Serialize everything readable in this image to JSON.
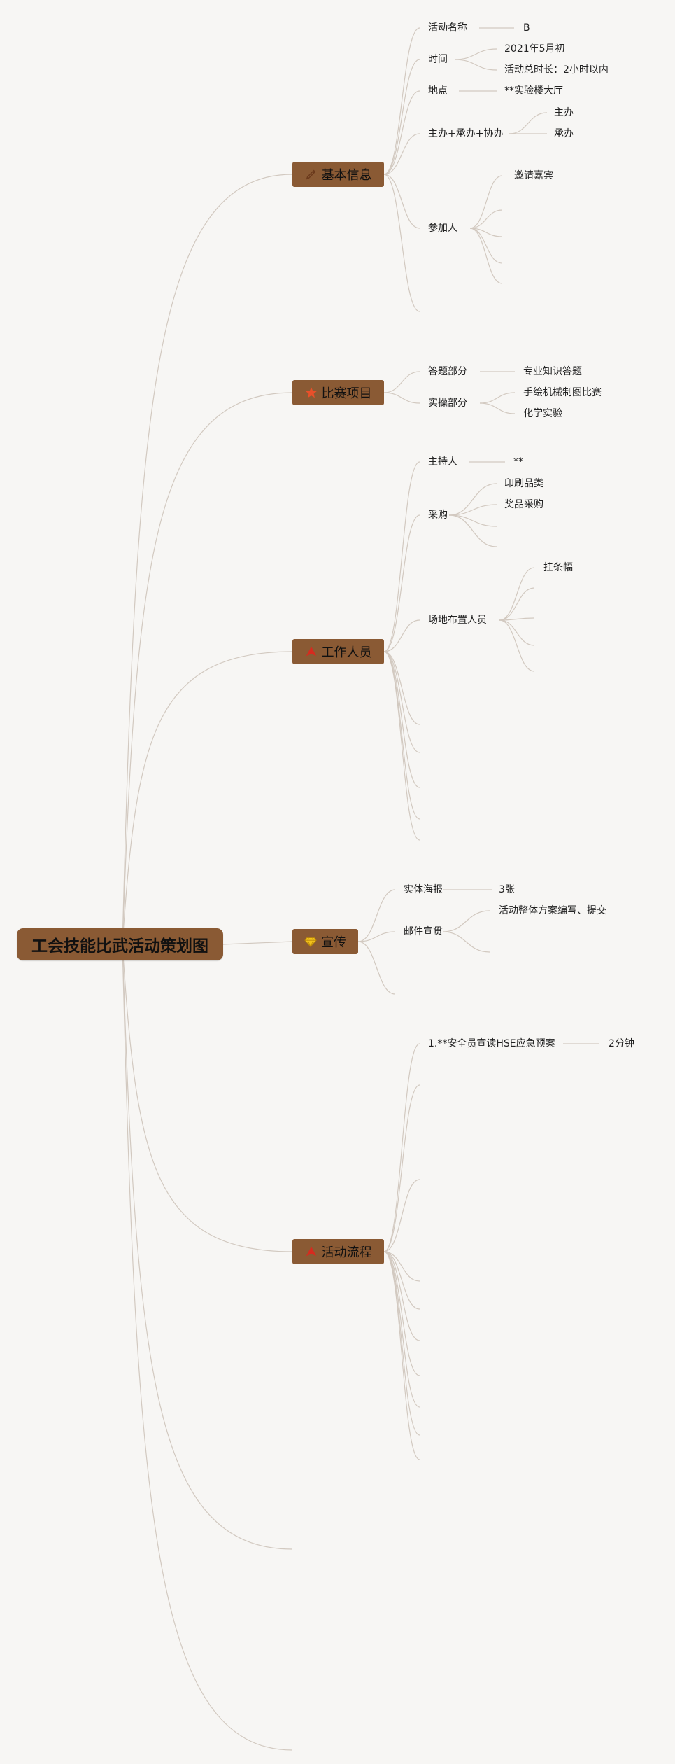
{
  "root": {
    "title": "工会技能比武活动策划图"
  },
  "branches": {
    "basic_info": {
      "label": "基本信息",
      "icon": "pen-icon",
      "activity_name": {
        "label": "活动名称",
        "value": "B"
      },
      "time": {
        "label": "时间",
        "date": "2021年5月初",
        "duration": "活动总时长：2小时以内"
      },
      "location": {
        "label": "地点",
        "value": "**实验楼大厅"
      },
      "organizers": {
        "label": "主办+承办+协办",
        "host": "主办",
        "undertake": "承办"
      },
      "participants": {
        "label": "参加人",
        "guests": "邀请嘉宾"
      }
    },
    "competition": {
      "label": "比赛项目",
      "icon": "star-icon",
      "quiz": {
        "label": "答题部分",
        "item": "专业知识答题"
      },
      "practical": {
        "label": "实操部分",
        "item1": "手绘机械制图比赛",
        "item2": "化学实验"
      }
    },
    "staff": {
      "label": "工作人员",
      "icon": "flag-icon",
      "host": {
        "label": "主持人",
        "value": "**"
      },
      "purchase": {
        "label": "采购",
        "item1": "印刷品类",
        "item2": "奖品采购"
      },
      "venue": {
        "label": "场地布置人员",
        "item1": "挂条幅"
      }
    },
    "publicity": {
      "label": "宣传",
      "icon": "gem-icon",
      "poster": {
        "label": "实体海报",
        "value": "3张"
      },
      "email": {
        "label": "邮件宣贯",
        "value": "活动整体方案编写、提交"
      }
    },
    "process": {
      "label": "活动流程",
      "icon": "flag-icon",
      "step1": {
        "label": "1.**安全员宣读HSE应急预案",
        "value": "2分钟"
      }
    }
  },
  "colors": {
    "node": "#8a5a34",
    "line": "#d2c9c0",
    "background": "#f7f6f4",
    "flag": "#d62b1f",
    "star": "#e8502a",
    "gem": "#f2c21b"
  }
}
